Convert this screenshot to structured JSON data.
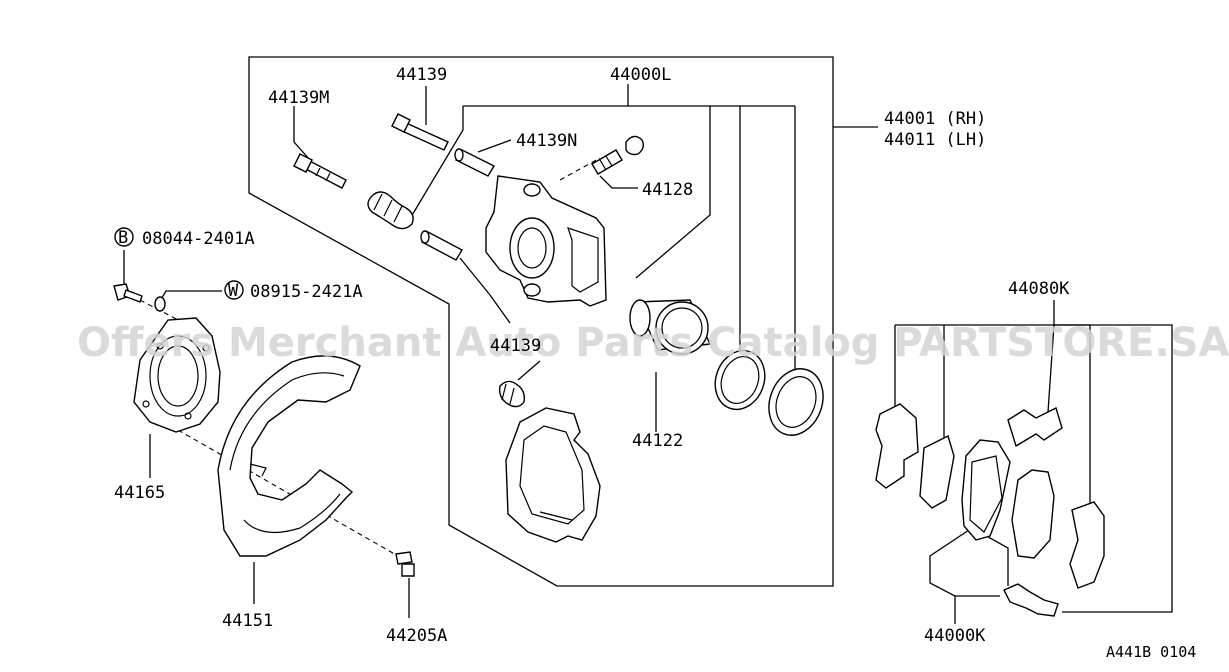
{
  "watermark": "Offers Merchant Auto Parts Catalog PARTSTORE.SA",
  "figure_id": "A441B 0104",
  "labels": {
    "p44139": "44139",
    "p44000L": "44000L",
    "p44139M": "44139M",
    "p44001": "44001 (RH)",
    "p44011": "44011 (LH)",
    "p44139N": "44139N",
    "p44128": "44128",
    "bolt_code": "08044-2401A",
    "bolt_circle": "B",
    "washer_code": "08915-2421A",
    "washer_circle": "W",
    "p44139b": "44139",
    "p44080K": "44080K",
    "p44122": "44122",
    "p44165": "44165",
    "p44151": "44151",
    "p44205A": "44205A",
    "p44000K": "44000K"
  }
}
